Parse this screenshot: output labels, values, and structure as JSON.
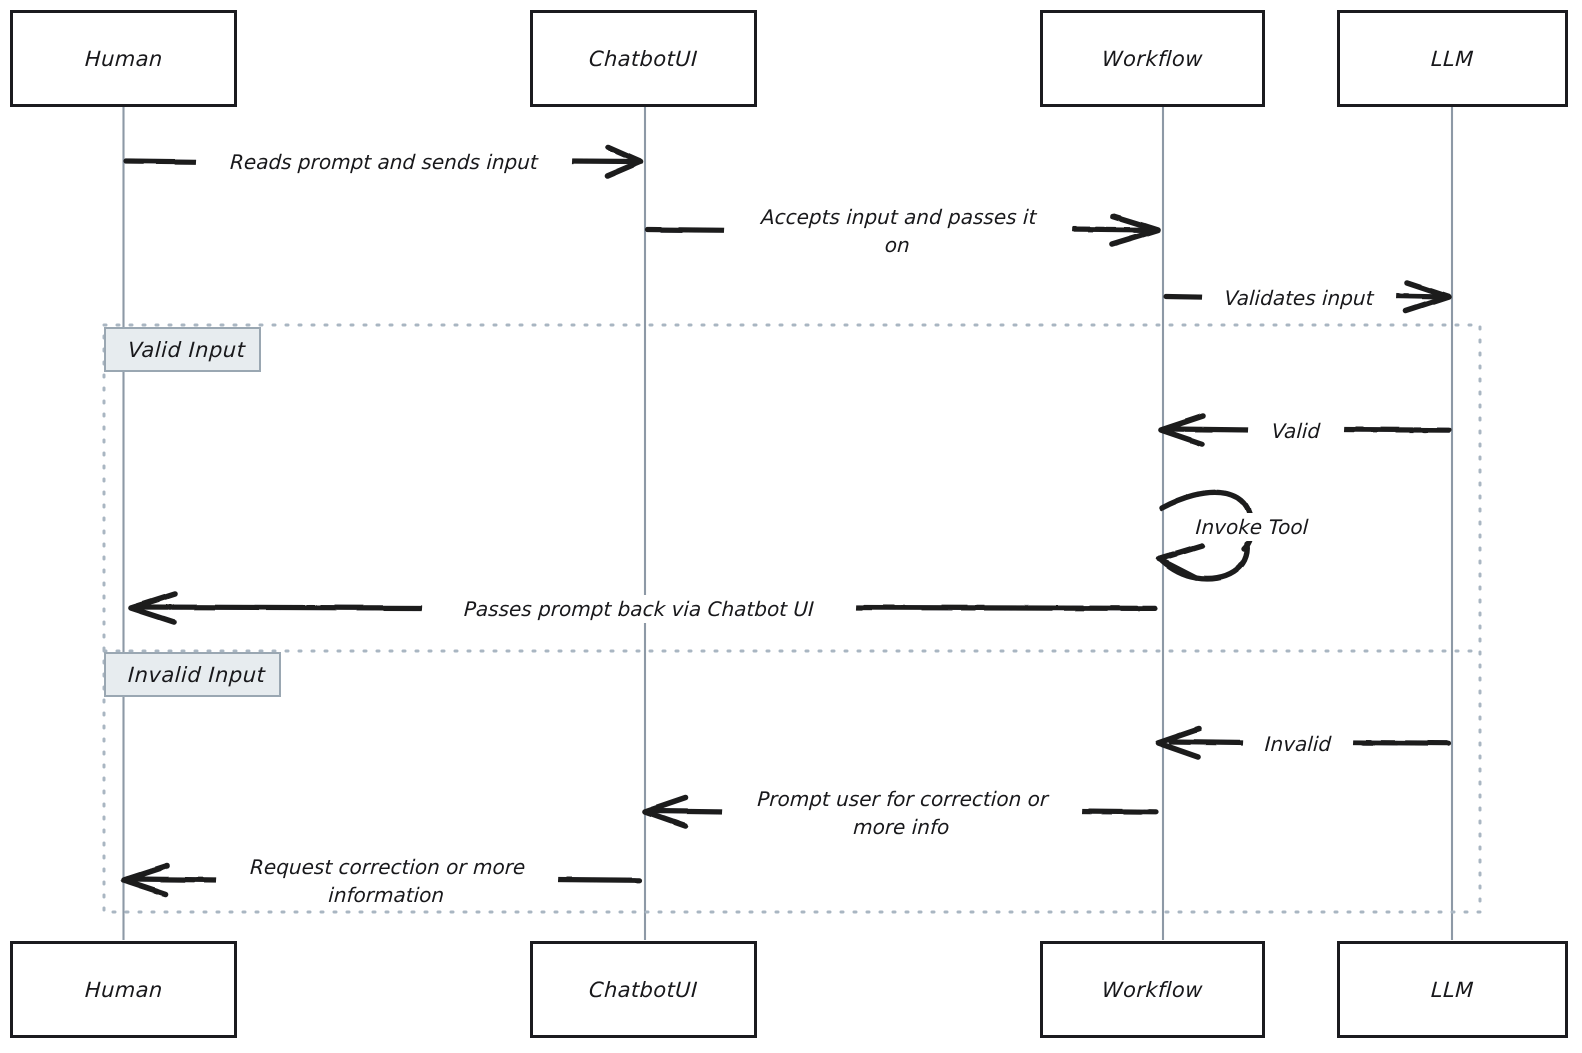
{
  "diagram": {
    "type": "sequence-diagram",
    "style": "hand-drawn",
    "background": "#ffffff",
    "colors": {
      "stroke": "#1b1b1f",
      "lifeline": "#8d99a6",
      "region_border": "#a9b6c2",
      "region_label_fill": "#e7ecef",
      "region_label_border": "#9aa7b2",
      "text": "#18181b"
    }
  },
  "participants": [
    {
      "id": "human",
      "label": "Human"
    },
    {
      "id": "chatbotui",
      "label": "ChatbotUI"
    },
    {
      "id": "workflow",
      "label": "Workflow"
    },
    {
      "id": "llm",
      "label": "LLM"
    }
  ],
  "participants_bottom": [
    {
      "id": "human-bottom",
      "label": "Human"
    },
    {
      "id": "chatbotui-bottom",
      "label": "ChatbotUI"
    },
    {
      "id": "workflow-bottom",
      "label": "Workflow"
    },
    {
      "id": "llm-bottom",
      "label": "LLM"
    }
  ],
  "regions": [
    {
      "id": "valid-input",
      "label": "Valid Input"
    },
    {
      "id": "invalid-input",
      "label": "Invalid Input"
    }
  ],
  "messages": [
    {
      "id": "m1",
      "from": "human",
      "to": "chatbotui",
      "direction": "right",
      "label": "Reads prompt and sends input"
    },
    {
      "id": "m2",
      "from": "chatbotui",
      "to": "workflow",
      "direction": "right",
      "label": "Accepts input and passes it\non"
    },
    {
      "id": "m3",
      "from": "workflow",
      "to": "llm",
      "direction": "right",
      "label": "Validates input"
    },
    {
      "id": "m4",
      "from": "llm",
      "to": "workflow",
      "direction": "left",
      "label": "Valid",
      "region": "valid-input"
    },
    {
      "id": "m5",
      "from": "workflow",
      "to": "workflow",
      "direction": "self",
      "label": "Invoke Tool",
      "region": "valid-input"
    },
    {
      "id": "m6",
      "from": "workflow",
      "to": "human",
      "direction": "left",
      "label": "Passes prompt back via Chatbot UI",
      "region": "valid-input"
    },
    {
      "id": "m7",
      "from": "llm",
      "to": "workflow",
      "direction": "left",
      "label": "Invalid",
      "region": "invalid-input"
    },
    {
      "id": "m8",
      "from": "workflow",
      "to": "chatbotui",
      "direction": "left",
      "label": "Prompt user for correction or\nmore info",
      "region": "invalid-input"
    },
    {
      "id": "m9",
      "from": "chatbotui",
      "to": "human",
      "direction": "left",
      "label": "Request correction or more\ninformation",
      "region": "invalid-input"
    }
  ]
}
